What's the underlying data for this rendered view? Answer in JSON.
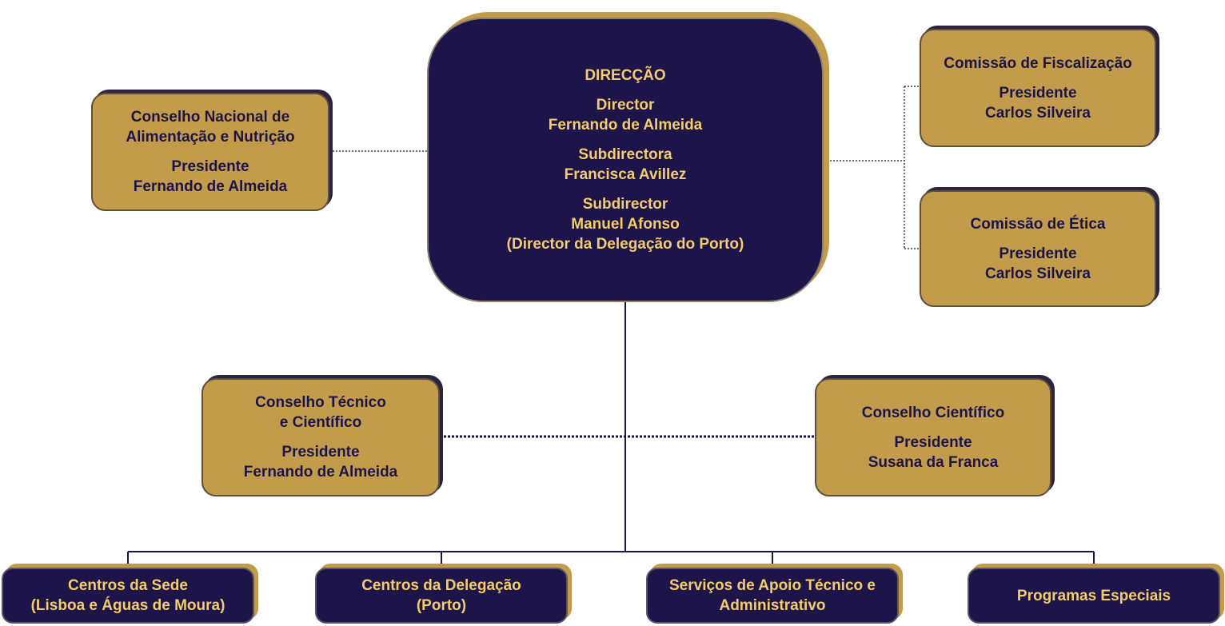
{
  "direccao": {
    "title": "DIRECÇÃO",
    "director_role": "Director",
    "director_name": "Fernando de Almeida",
    "sub1_role": "Subdirectora",
    "sub1_name": "Francisca Avillez",
    "sub2_role": "Subdirector",
    "sub2_name": "Manuel Afonso",
    "sub2_note": "(Director da Delegação do Porto)"
  },
  "cnan": {
    "line1": "Conselho Nacional de",
    "line2": "Alimentação e Nutrição",
    "role": "Presidente",
    "name": "Fernando de Almeida"
  },
  "fiscalizacao": {
    "title": "Comissão de Fiscalização",
    "role": "Presidente",
    "name": "Carlos Silveira"
  },
  "etica": {
    "title": "Comissão de Ética",
    "role": "Presidente",
    "name": "Carlos Silveira"
  },
  "tecnico": {
    "line1": "Conselho Técnico",
    "line2": "e Científico",
    "role": "Presidente",
    "name": "Fernando de Almeida"
  },
  "cientifico": {
    "title": "Conselho Científico",
    "role": "Presidente",
    "name": "Susana da Franca"
  },
  "bottom": [
    {
      "line1": "Centros da Sede",
      "line2": "(Lisboa e Águas de Moura)"
    },
    {
      "line1": "Centros da Delegação",
      "line2": "(Porto)"
    },
    {
      "line1": "Serviços de Apoio Técnico e",
      "line2": "Administrativo"
    },
    {
      "line1": "Programas Especiais",
      "line2": ""
    }
  ],
  "colors": {
    "navy": "#1d1449",
    "gold": "#c39c4b",
    "gold_text": "#f3cd6c"
  }
}
